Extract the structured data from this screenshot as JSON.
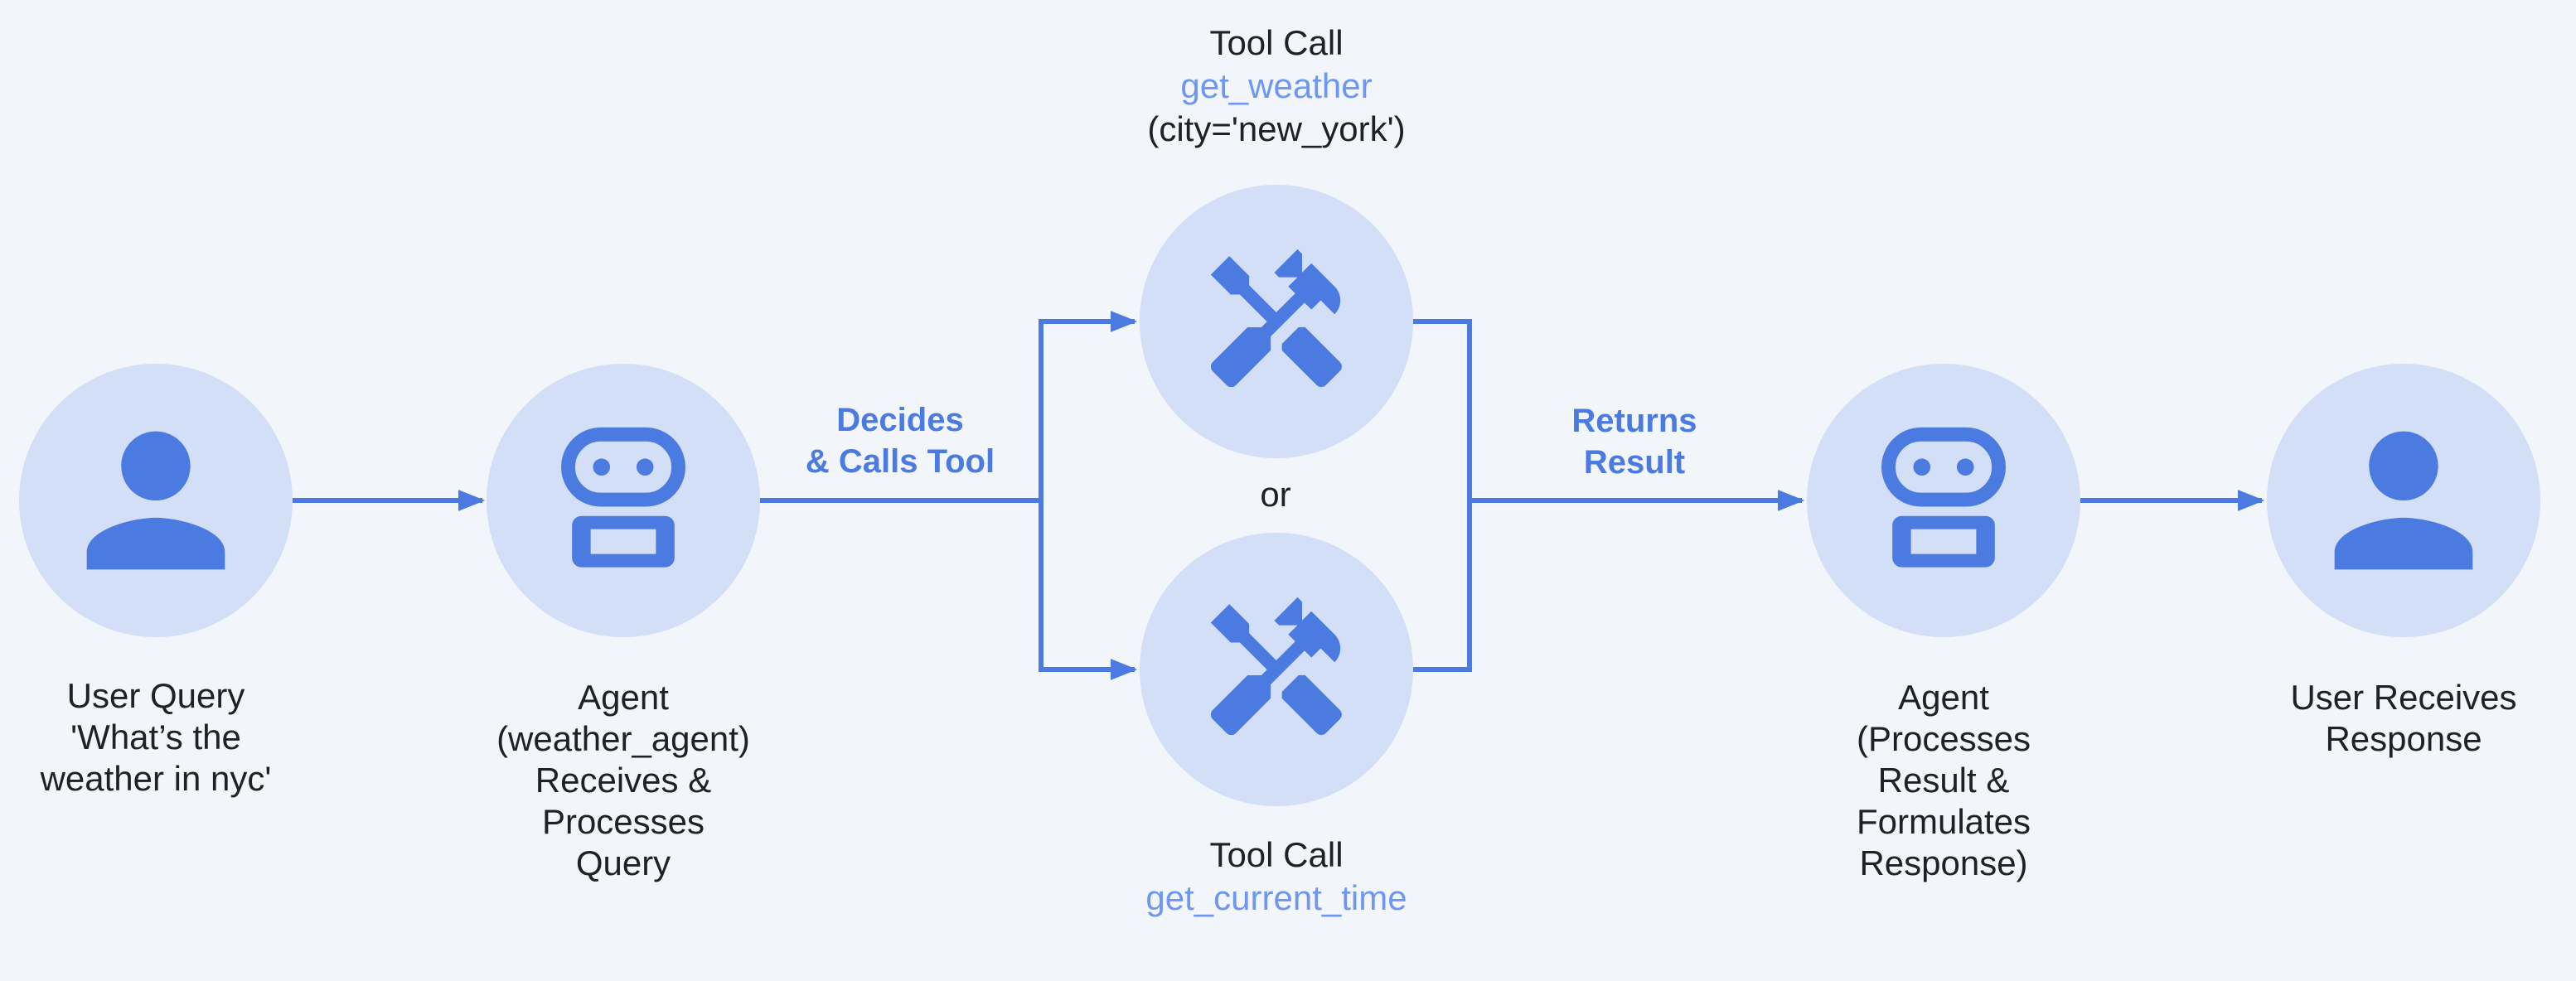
{
  "colors": {
    "background": "#f2f5fa",
    "node_circle": "#d3def7",
    "blue": "#4b7be0",
    "function_blue": "#6d97f1",
    "text": "#202124"
  },
  "nodes": {
    "user_query": {
      "icon": "person-icon",
      "label_lines": [
        "User Query",
        "'What’s the",
        "weather in nyc'"
      ]
    },
    "agent_receives": {
      "icon": "robot-agent-icon",
      "label_lines": [
        "Agent",
        "(weather_agent)",
        "Receives &",
        "Processes",
        "Query"
      ]
    },
    "tool_get_weather": {
      "icon": "hammer-wrench-icon",
      "title": "Tool Call",
      "function_name": "get_weather",
      "arguments": "(city='new_york')"
    },
    "tool_get_current_time": {
      "icon": "hammer-wrench-icon",
      "title": "Tool Call",
      "function_name": "get_current_time"
    },
    "agent_responds": {
      "icon": "robot-agent-icon",
      "label_lines": [
        "Agent",
        "(Processes",
        "Result &",
        "Formulates",
        "Response)"
      ]
    },
    "user_receives": {
      "icon": "person-icon",
      "label_lines": [
        "User Receives",
        "Response"
      ]
    }
  },
  "edge_labels": {
    "decides_lines": [
      "Decides",
      "& Calls Tool"
    ],
    "returns_lines": [
      "Returns",
      "Result"
    ],
    "or": "or"
  }
}
